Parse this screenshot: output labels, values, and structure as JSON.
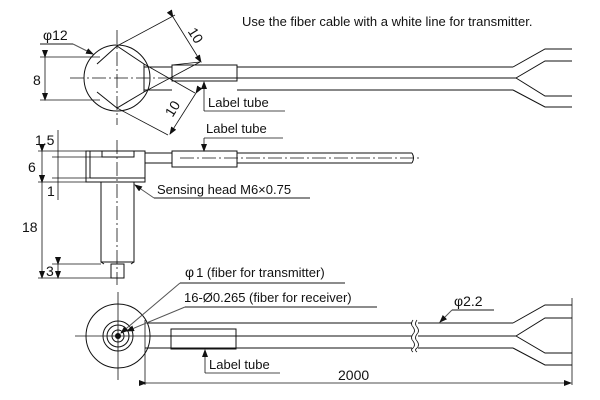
{
  "note": "Use the fiber cable with a white line for transmitter.",
  "top_view": {
    "diameter_label": "φ12",
    "height_label": "8",
    "width_across_flats_1": "10",
    "width_across_flats_2": "10",
    "label_tube": "Label tube"
  },
  "side_view": {
    "label_tube": "Label tube",
    "dim_1_5": "1.5",
    "dim_6": "6",
    "dim_1": "1",
    "dim_18": "18",
    "dim_3": "3",
    "sensing_head": "Sensing head M6×0.75"
  },
  "front_view": {
    "transmitter_fiber": "φ1 (fiber for transmitter)",
    "transmitter_prefix": "φ",
    "transmitter_rest": "1 (fiber for transmitter)",
    "receiver_fiber": "16-Ø0.265 (fiber for receiver)",
    "cable_diameter": "φ2.2",
    "label_tube": "Label tube",
    "length": "2000"
  }
}
